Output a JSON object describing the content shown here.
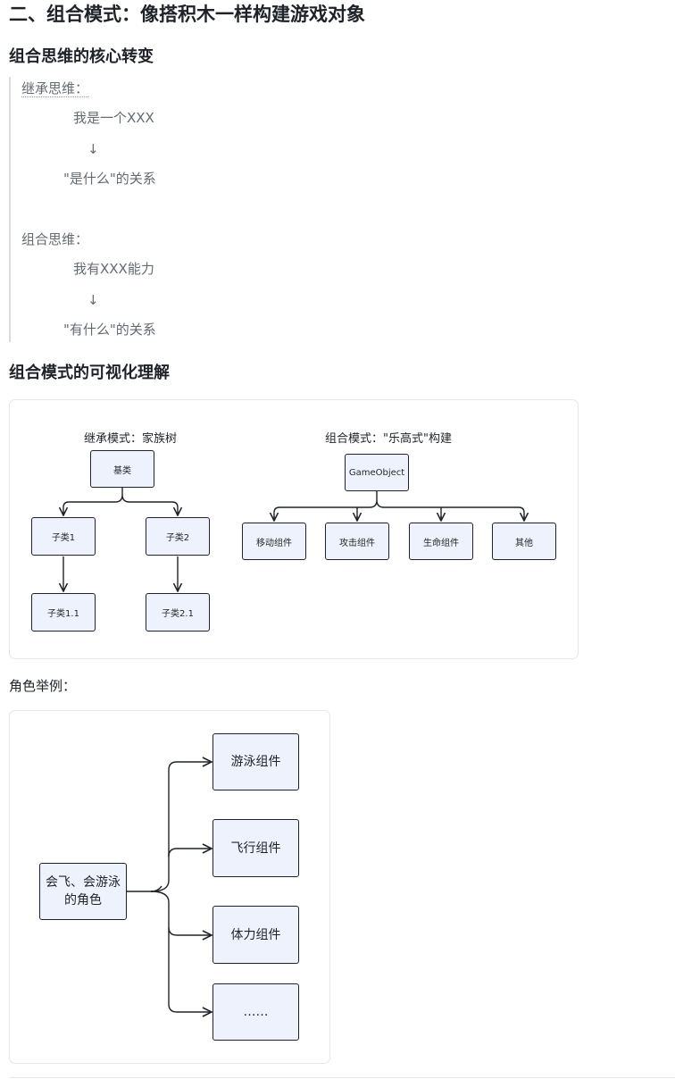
{
  "section_title": "二、组合模式：像搭积木一样构建游戏对象",
  "subsection1": "组合思维的核心转变",
  "quote": {
    "inherit_label": "继承思维：",
    "inherit_line": "我是一个XXX",
    "arrow": "↓",
    "inherit_relation": "\"是什么\"的关系",
    "compose_label": "组合思维：",
    "compose_line": "我有XXX能力",
    "compose_relation": "\"有什么\"的关系"
  },
  "subsection2": "组合模式的可视化理解",
  "diagram1": {
    "left_title": "继承模式：家族树",
    "base": "基类",
    "child1": "子类1",
    "child2": "子类2",
    "child11": "子类1.1",
    "child21": "子类2.1",
    "right_title": "组合模式：\"乐高式\"构建",
    "root": "GameObject",
    "components": [
      "移动组件",
      "攻击组件",
      "生命组件",
      "其他"
    ]
  },
  "example_label": "角色举例：",
  "diagram2": {
    "root": "会飞、会游泳的角色",
    "components": [
      "游泳组件",
      "飞行组件",
      "体力组件",
      "……"
    ]
  },
  "colors": {
    "node_fill": "#eef2fc",
    "stroke": "#1f2329",
    "quote_bar": "#d9dcdf"
  }
}
